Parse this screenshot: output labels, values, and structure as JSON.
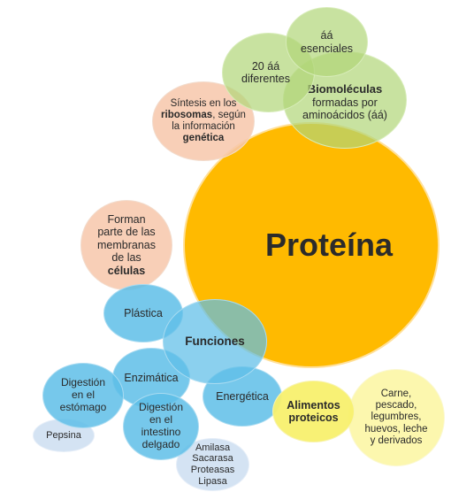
{
  "center": {
    "label": "Proteína"
  },
  "green": {
    "essential": [
      "áá",
      "esenciales"
    ],
    "twenty": [
      "20 áá",
      "diferentes"
    ],
    "biomolecules": {
      "title": "Biomoléculas",
      "lines": [
        "formadas por",
        "aminoácidos (áá)"
      ]
    }
  },
  "peach": {
    "synthesis": {
      "l1": "Síntesis en los",
      "bold": "ribosomas",
      "l2rest": ", según",
      "l3": "la información",
      "l4": "genética"
    },
    "membranes": {
      "l1": "Forman",
      "l2": "parte de las",
      "l3": "membranas",
      "l4": "de las",
      "bold": "células"
    }
  },
  "functions": {
    "center": "Funciones",
    "plastic": "Plástica",
    "enzymatic": "Enzimática",
    "energetic": "Energética",
    "stomach": [
      "Digestión",
      "en el",
      "estómago"
    ],
    "pepsin": "Pepsina",
    "intestine": [
      "Digestión",
      "en el",
      "intestino",
      "delgado"
    ],
    "enzymes": [
      "Amilasa",
      "Sacarasa",
      "Proteasas",
      "Lipasa"
    ]
  },
  "foods": {
    "title": [
      "Alimentos",
      "proteicos"
    ],
    "list": [
      "Carne,",
      "pescado,",
      "legumbres,",
      "huevos, leche",
      "y derivados"
    ]
  }
}
